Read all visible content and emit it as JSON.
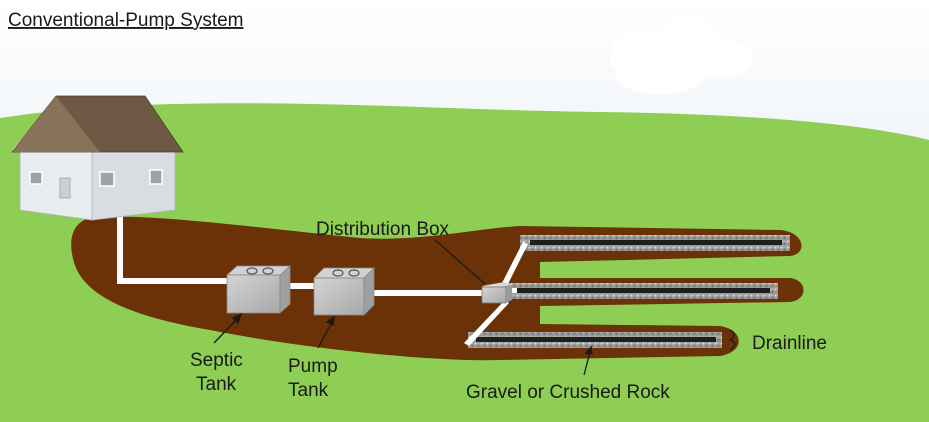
{
  "title": "Conventional-Pump System",
  "labels": {
    "distribution_box": "Distribution Box",
    "septic_tank_line1": "Septic",
    "septic_tank_line2": "Tank",
    "pump_tank_line1": "Pump",
    "pump_tank_line2": "Tank",
    "drainline": "Drainline",
    "gravel": "Gravel or Crushed Rock"
  },
  "colors": {
    "sky": "#dfe7f0",
    "grass": "#8fce54",
    "soil": "#6b3208",
    "pipe": "#ffffff",
    "tank": "#b9b9b9",
    "roof": "#6e5a44",
    "house_wall": "#e8ebee"
  }
}
